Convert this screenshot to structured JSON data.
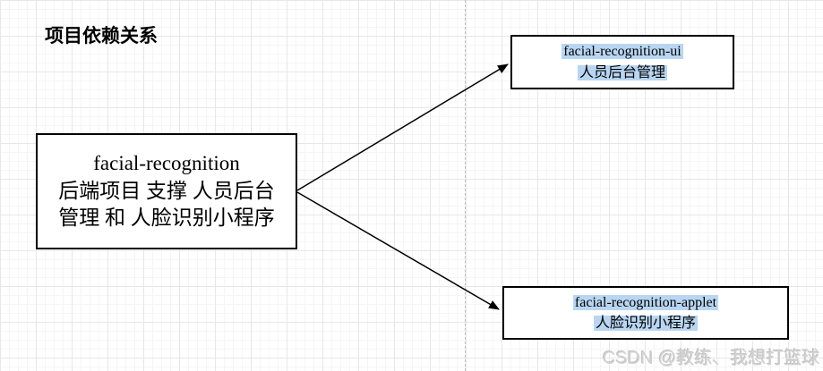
{
  "page": {
    "title": "项目依赖关系",
    "watermark": "CSDN @教练、我想打篮球"
  },
  "diagram": {
    "type": "dependency-diagram",
    "nodes": [
      {
        "id": "backend",
        "lines": [
          "facial-recognition",
          "后端项目 支撑 人员后台",
          "管理 和 人脸识别小程序"
        ],
        "highlighted": false
      },
      {
        "id": "ui",
        "lines": [
          "facial-recognition-ui",
          "人员后台管理"
        ],
        "highlighted": true
      },
      {
        "id": "applet",
        "lines": [
          "facial-recognition-applet",
          "人脸识别小程序"
        ],
        "highlighted": true
      }
    ],
    "edges": [
      {
        "from": "backend",
        "to": "ui"
      },
      {
        "from": "backend",
        "to": "applet"
      }
    ],
    "colors": {
      "node_border": "#000000",
      "node_fill": "#ffffff",
      "arrow": "#000000",
      "text_highlight": "#b8d6f2",
      "grid_minor": "#f5f5f5",
      "grid_major": "#e7e7e7",
      "page_divider": "#bdbdbd",
      "watermark": "#d3d3d3"
    }
  }
}
